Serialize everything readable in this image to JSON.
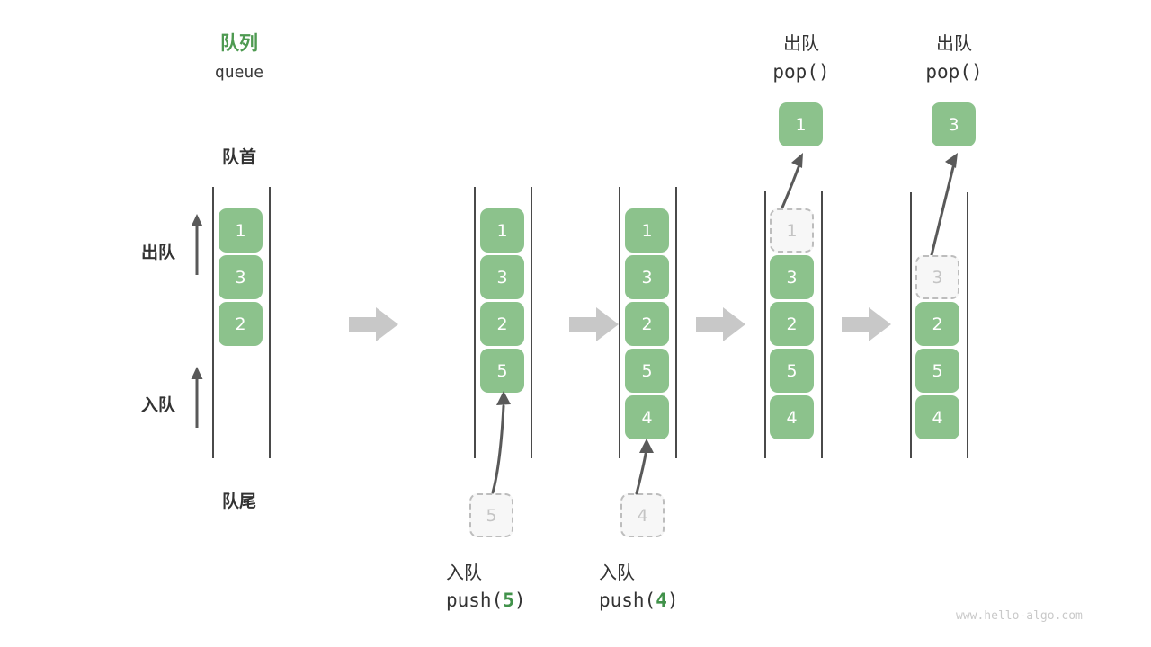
{
  "meta": {
    "watermark": "www.hello-algo.com",
    "colors": {
      "accent_green": "#4e9a51",
      "cell_green": "#8cc28c",
      "ghost_fill": "#f7f7f7",
      "ghost_border": "#bdbdbd",
      "rail_gray": "#4a4a4a",
      "step_arrow_gray": "#c8c8c8",
      "text_dark": "#333333"
    }
  },
  "header": {
    "title_cn": "队列",
    "title_en": "queue"
  },
  "side_labels": {
    "front": "队首",
    "rear": "队尾",
    "dequeue": "出队",
    "enqueue": "入队"
  },
  "steps": [
    {
      "id": "initial",
      "kind": "initial",
      "caption_cn": "",
      "caption_code": "",
      "cells": [
        "1",
        "3",
        "2"
      ],
      "ghost_cell": null,
      "incoming_value": null,
      "popped_value": null
    },
    {
      "id": "push-5",
      "kind": "push",
      "header_cn": "",
      "header_code": "",
      "caption_cn": "入队",
      "caption_code_prefix": "push(",
      "caption_code_value": "5",
      "caption_code_suffix": ")",
      "cells": [
        "1",
        "3",
        "2",
        "5"
      ],
      "incoming_value": "5"
    },
    {
      "id": "push-4",
      "kind": "push",
      "header_cn": "",
      "header_code": "",
      "caption_cn": "入队",
      "caption_code_prefix": "push(",
      "caption_code_value": "4",
      "caption_code_suffix": ")",
      "cells": [
        "1",
        "3",
        "2",
        "5",
        "4"
      ],
      "incoming_value": "4"
    },
    {
      "id": "pop-1",
      "kind": "pop",
      "header_cn": "出队",
      "header_code": "pop()",
      "popped_value": "1",
      "ghost_value": "1",
      "cells": [
        "3",
        "2",
        "5",
        "4"
      ]
    },
    {
      "id": "pop-3",
      "kind": "pop",
      "header_cn": "出队",
      "header_code": "pop()",
      "popped_value": "3",
      "ghost_value": "3",
      "cells": [
        "2",
        "5",
        "4"
      ]
    }
  ],
  "step_arrows": [
    {
      "id": "arrow-1"
    },
    {
      "id": "arrow-2"
    },
    {
      "id": "arrow-3"
    },
    {
      "id": "arrow-4"
    }
  ]
}
